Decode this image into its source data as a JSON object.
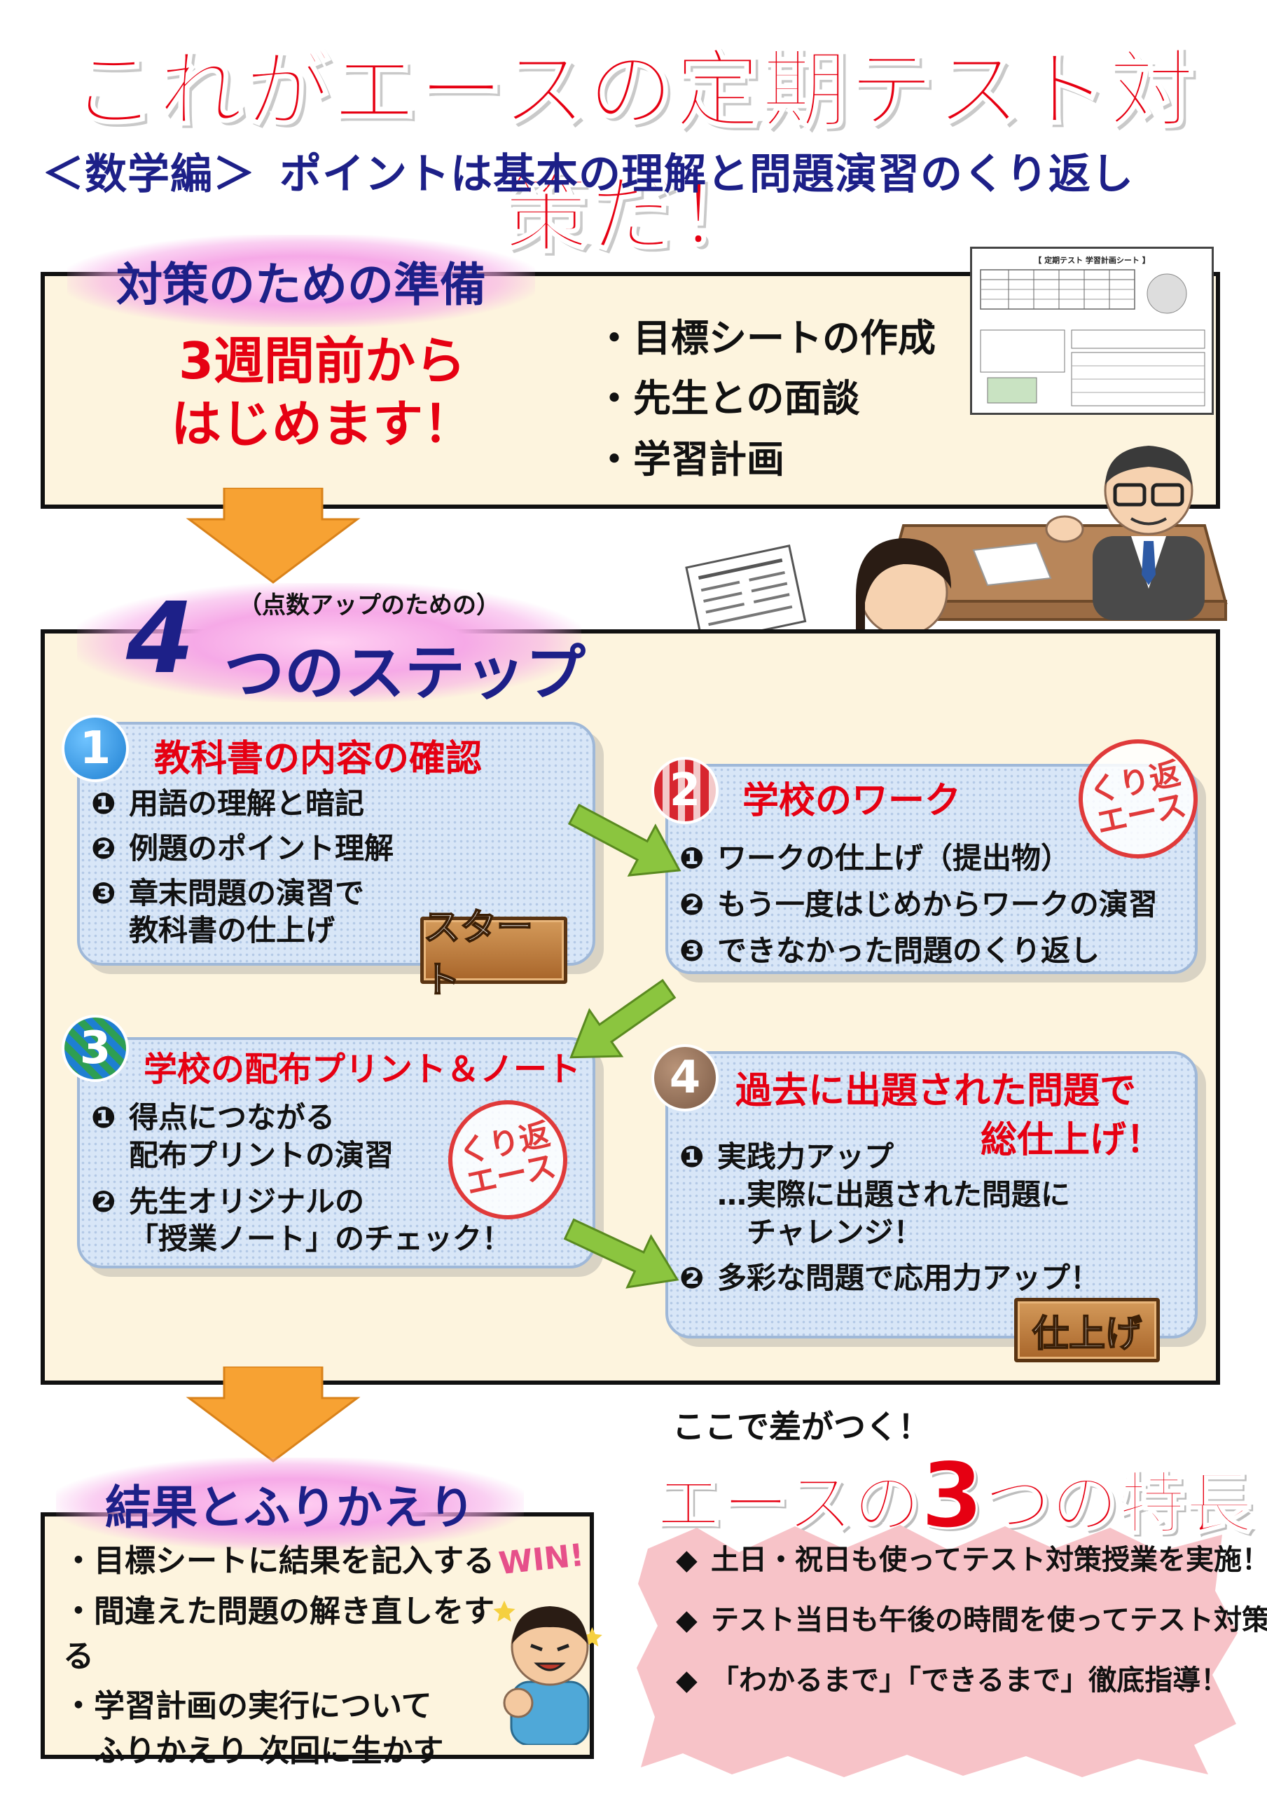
{
  "title": "これがエースの定期テスト対策だ！",
  "subtitle": {
    "tag": "＜数学編＞",
    "text": "ポイントは基本の理解と問題演習のくり返し"
  },
  "prep": {
    "heading": "対策のための準備",
    "lead_line1": "3週間前から",
    "lead_line2": "はじめます！",
    "items": [
      "・目標シートの作成",
      "・先生との面談",
      "・学習計画"
    ],
    "sheet_title": "【 定期テスト 学習計画シート 】"
  },
  "steps": {
    "heading_small": "（点数アップのための）",
    "heading_num": "4",
    "heading_text": "つのステップ",
    "step1": {
      "num": "1",
      "title": "教科書の内容の確認",
      "items": [
        {
          "mark": "❶",
          "text": "用語の理解と暗記"
        },
        {
          "mark": "❷",
          "text": "例題のポイント理解"
        },
        {
          "mark": "❸",
          "text": "章末問題の演習で"
        },
        {
          "mark": "",
          "text": "教科書の仕上げ"
        }
      ],
      "button": "スタート"
    },
    "step2": {
      "num": "2",
      "title": "学校のワーク",
      "items": [
        {
          "mark": "❶",
          "text": "ワークの仕上げ（提出物）"
        },
        {
          "mark": "❷",
          "text": "もう一度はじめからワークの演習"
        },
        {
          "mark": "❸",
          "text": "できなかった問題のくり返し"
        }
      ],
      "stamp_line1": "くり返",
      "stamp_line2": "エース"
    },
    "step3": {
      "num": "3",
      "title": "学校の配布プリント＆ノート",
      "items": [
        {
          "mark": "❶",
          "text": "得点につながる"
        },
        {
          "mark": "",
          "text": "配布プリントの演習"
        },
        {
          "mark": "❷",
          "text": "先生オリジナルの"
        },
        {
          "mark": "",
          "text": "「授業ノート」のチェック！"
        }
      ],
      "stamp_line1": "くり返",
      "stamp_line2": "エース"
    },
    "step4": {
      "num": "4",
      "title_line1": "過去に出題された問題で",
      "title_line2": "総仕上げ！",
      "items": [
        {
          "mark": "❶",
          "text": "実践力アップ"
        },
        {
          "mark": "",
          "text": "…実際に出題された問題に"
        },
        {
          "mark": "",
          "text": "　チャレンジ！"
        },
        {
          "mark": "❷",
          "text": "多彩な問題で応用力アップ！"
        }
      ],
      "button": "仕上げ"
    }
  },
  "review": {
    "heading": "結果とふりかえり",
    "items": [
      "・目標シートに結果を記入する",
      "・間違えた問題の解き直しをする",
      "・学習計画の実行について",
      "　ふりかえり 次回に生かす"
    ],
    "win": "WIN!"
  },
  "features": {
    "lead": "ここで差がつく！",
    "title_pre": "エースの",
    "title_num": "3",
    "title_post": "つの特長",
    "items": [
      {
        "mark": "◆",
        "text": "土日・祝日も使ってテスト対策授業を実施！"
      },
      {
        "mark": "◆",
        "text": "テスト当日も午後の時間を使ってテスト対策！"
      },
      {
        "mark": "◆",
        "text": "「わかるまで」「できるまで」徹底指導！"
      }
    ]
  },
  "colors": {
    "title_red": "#e60012",
    "navy": "#1d2088",
    "box_bg": "#fdf4de",
    "panel_blue": "#d8e6f7",
    "arrow_orange": "#f7a233",
    "arrow_green": "#8bc53f"
  }
}
